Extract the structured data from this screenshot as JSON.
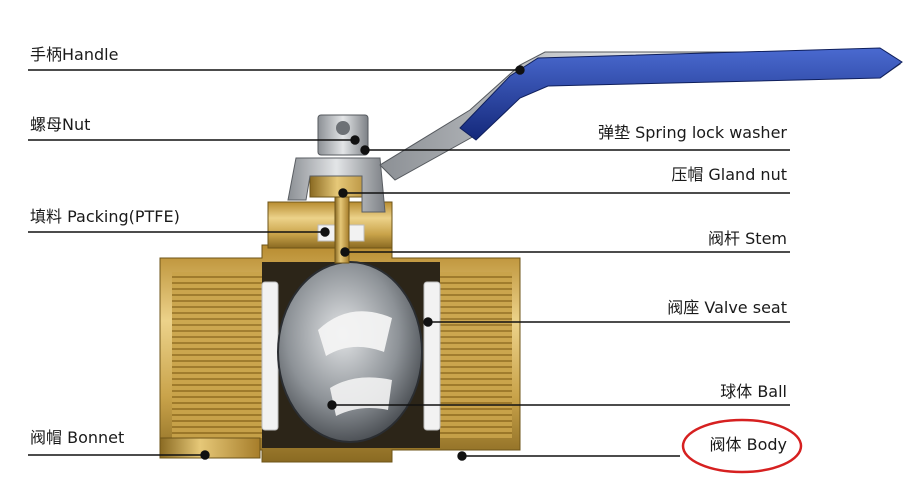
{
  "labels": {
    "handle": "手柄Handle",
    "nut": "螺母Nut",
    "packing": "填料 Packing(PTFE)",
    "bonnet": "阀帽 Bonnet",
    "spring_lock_washer": "弹垫 Spring lock washer",
    "gland_nut": "压帽 Gland nut",
    "stem": "阀杆 Stem",
    "valve_seat": "阀座 Valve seat",
    "ball": "球体 Ball",
    "body": "阀体 Body"
  },
  "colors": {
    "brass": "#c9a34a",
    "brass_dark": "#8a6a22",
    "brass_light": "#ecd28a",
    "handle_blue": "#1f3f9a",
    "steel": "#b9bcbf",
    "ptfe": "#f2f2f2",
    "highlight_circle": "#d62020",
    "leader": "#111111"
  },
  "highlighted_part": "body"
}
